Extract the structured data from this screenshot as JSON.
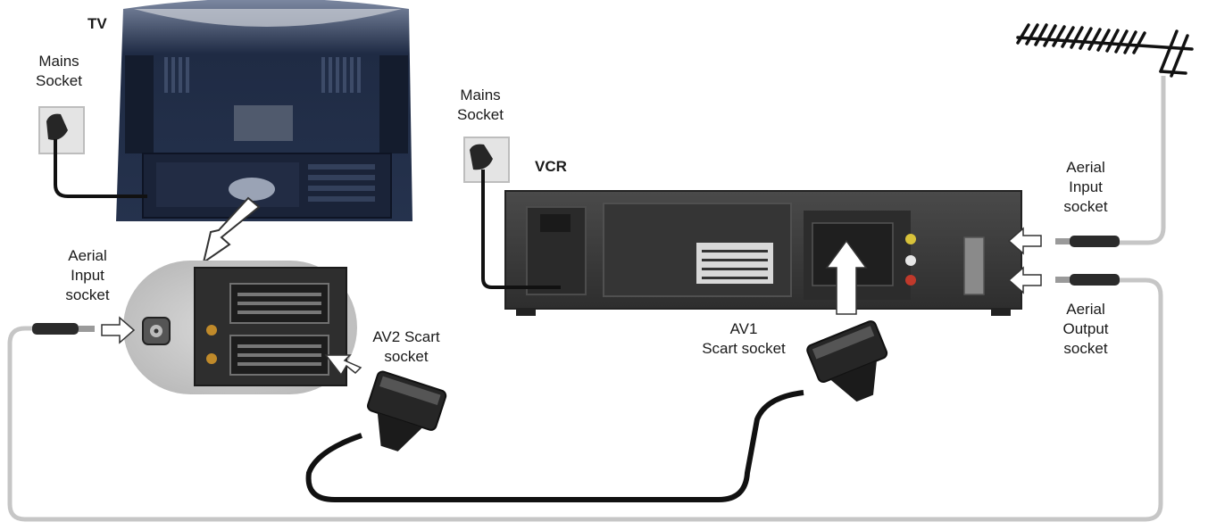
{
  "labels": {
    "tv": "TV",
    "tv_mains": [
      "Mains",
      "Socket"
    ],
    "tv_aerial_input": [
      "Aerial",
      "Input",
      "socket"
    ],
    "av2_scart": [
      "AV2 Scart",
      "socket"
    ],
    "vcr_mains": [
      "Mains",
      "Socket"
    ],
    "vcr": "VCR",
    "av1_scart": [
      "AV1",
      "Scart socket"
    ],
    "vcr_aerial_input": [
      "Aerial",
      "Input",
      "socket"
    ],
    "vcr_aerial_output": [
      "Aerial",
      "Output",
      "socket"
    ]
  },
  "colors": {
    "scart_cable": "#111111",
    "aerial_cable": "#c8c8c8",
    "tv_body": "#2e3d5a",
    "vcr_body": "#3a3a3a",
    "arrow_fill": "#ffffff"
  }
}
